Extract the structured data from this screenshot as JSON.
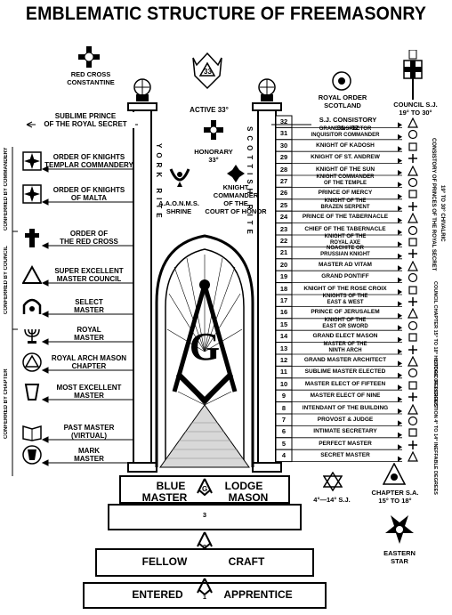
{
  "title": "EMBLEMATIC STRUCTURE OF FREEMASONRY",
  "top_emblems": {
    "red_cross_constantine": "RED CROSS\nCONSTANTINE",
    "active_33": "ACTIVE 33°",
    "royal_order_scotland": "ROYAL ORDER\nSCOTLAND",
    "council_sj": "COUNCIL S.J.\n19° TO 30°",
    "honorary_33": "HONORARY\n33°",
    "aaonms": "A.A.O.N.M.S.\nSHRINE",
    "knight_commander": "KNIGHT\nCOMMANDER\nOF THE\nCOURT OF HONOR"
  },
  "pillar_labels": {
    "sublime_prince": "SUBLIME PRINCE\nOF THE ROYAL SECRET",
    "sj_consistory": "S.J. CONSISTORY\n31—32",
    "york_rite": "YORK RITE",
    "scottish_rite": "SCOTTISH RITE"
  },
  "york_rite_degrees": [
    {
      "label": "ORDER OF KNIGHTS\nTEMPLAR COMMANDERY",
      "icon": "maltese-cross-icon"
    },
    {
      "label": "ORDER OF KNIGHTS\nOF MALTA",
      "icon": "maltese-cross-icon"
    },
    {
      "label": "ORDER OF\nTHE RED CROSS",
      "icon": "latin-cross-icon"
    },
    {
      "label": "SUPER EXCELLENT\nMASTER COUNCIL",
      "icon": "triangle-trowel-icon"
    },
    {
      "label": "SELECT\nMASTER",
      "icon": "arch-icon"
    },
    {
      "label": "ROYAL\nMASTER",
      "icon": "menorah-icon"
    },
    {
      "label": "ROYAL ARCH MASON\nCHAPTER",
      "icon": "triangle-circle-icon"
    },
    {
      "label": "MOST EXCELLENT\nMASTER",
      "icon": "keystone-icon"
    },
    {
      "label": "PAST MASTER\n(VIRTUAL)",
      "icon": "open-book-icon"
    },
    {
      "label": "MARK\nMASTER",
      "icon": "mark-keystone-icon"
    }
  ],
  "york_side_groups": [
    "CONFERRED BY COMMANDERY",
    "CONFERRED BY COUNCIL",
    "CONFERRED BY CHAPTER"
  ],
  "scottish_degrees": [
    {
      "num": "32",
      "label": ""
    },
    {
      "num": "31",
      "label": "GRAND INSPECTOR\nINQUISITOR COMMANDER"
    },
    {
      "num": "30",
      "label": "KNIGHT OF KADOSH"
    },
    {
      "num": "29",
      "label": "KNIGHT OF ST. ANDREW"
    },
    {
      "num": "28",
      "label": "KNIGHT OF THE SUN"
    },
    {
      "num": "27",
      "label": "KNIGHT COMMANDER\nOF THE TEMPLE"
    },
    {
      "num": "26",
      "label": "PRINCE OF MERCY"
    },
    {
      "num": "25",
      "label": "KNIGHT OF THE\nBRAZEN SERPENT"
    },
    {
      "num": "24",
      "label": "PRINCE OF THE TABERNACLE"
    },
    {
      "num": "23",
      "label": "CHIEF OF THE TABERNACLE"
    },
    {
      "num": "22",
      "label": "KNIGHT OF THE\nROYAL AXE"
    },
    {
      "num": "21",
      "label": "NOACHITE OR\nPRUSSIAN KNIGHT"
    },
    {
      "num": "20",
      "label": "MASTER AD VITAM"
    },
    {
      "num": "19",
      "label": "GRAND PONTIFF"
    },
    {
      "num": "18",
      "label": "KNIGHT OF THE ROSE CROIX"
    },
    {
      "num": "17",
      "label": "KNIGHTS OF THE\nEAST & WEST"
    },
    {
      "num": "16",
      "label": "PRINCE OF JERUSALEM"
    },
    {
      "num": "15",
      "label": "KNIGHT OF THE\nEAST OR SWORD"
    },
    {
      "num": "14",
      "label": "GRAND ELECT MASON"
    },
    {
      "num": "13",
      "label": "MASTER OF THE\nNINTH ARCH"
    },
    {
      "num": "12",
      "label": "GRAND MASTER ARCHITECT"
    },
    {
      "num": "11",
      "label": "SUBLIME MASTER ELECTED"
    },
    {
      "num": "10",
      "label": "MASTER ELECT OF FIFTEEN"
    },
    {
      "num": "9",
      "label": "MASTER ELECT OF NINE"
    },
    {
      "num": "8",
      "label": "INTENDANT OF THE BUILDING"
    },
    {
      "num": "7",
      "label": "PROVOST & JUDGE"
    },
    {
      "num": "6",
      "label": "INTIMATE SECRETARY"
    },
    {
      "num": "5",
      "label": "PERFECT MASTER"
    },
    {
      "num": "4",
      "label": "SECRET MASTER"
    }
  ],
  "scottish_side_groups": [
    "CONSISTORY OF PRINCES OF THE ROYAL SECRET",
    "19° TO 30° CHIVALRIC",
    "COUNCIL CHAPTER 15° TO 18° HISTORIC RELIGIOUS",
    "LODGE OF PERFECTION 4° TO 14° INEFFABLE DEGREES"
  ],
  "bottom_emblems": {
    "star_4_14": "4°—14° S.J.",
    "chapter_sa": "CHAPTER S.A.\n15° TO 18°",
    "eastern_star": "EASTERN\nSTAR"
  },
  "steps": {
    "blue_lodge_left": "BLUE",
    "blue_lodge_right": "LODGE",
    "master_left": "MASTER",
    "master_right": "MASON",
    "fellow_left": "FELLOW",
    "fellow_right": "CRAFT",
    "entered_left": "ENTERED",
    "entered_right": "APPRENTICE",
    "num_3": "3",
    "num_2": "2",
    "num_1": "1"
  },
  "center_letter": "G"
}
